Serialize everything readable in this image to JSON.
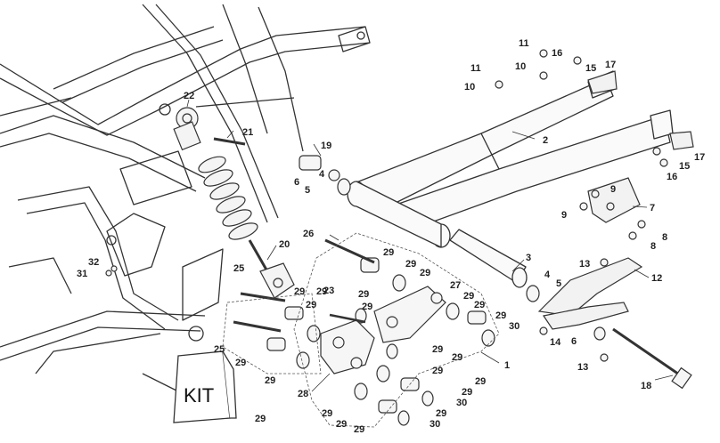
{
  "diagram": {
    "kit_text": "KIT",
    "callouts": [
      {
        "id": "c1",
        "text": "1"
      },
      {
        "id": "c2",
        "text": "2"
      },
      {
        "id": "c3",
        "text": "3"
      },
      {
        "id": "c4a",
        "text": "4"
      },
      {
        "id": "c4b",
        "text": "4"
      },
      {
        "id": "c5a",
        "text": "5"
      },
      {
        "id": "c5b",
        "text": "5"
      },
      {
        "id": "c6a",
        "text": "6"
      },
      {
        "id": "c6b",
        "text": "6"
      },
      {
        "id": "c7",
        "text": "7"
      },
      {
        "id": "c8a",
        "text": "8"
      },
      {
        "id": "c8b",
        "text": "8"
      },
      {
        "id": "c9a",
        "text": "9"
      },
      {
        "id": "c9b",
        "text": "9"
      },
      {
        "id": "c10a",
        "text": "10"
      },
      {
        "id": "c10b",
        "text": "10"
      },
      {
        "id": "c11a",
        "text": "11"
      },
      {
        "id": "c11b",
        "text": "11"
      },
      {
        "id": "c12",
        "text": "12"
      },
      {
        "id": "c13a",
        "text": "13"
      },
      {
        "id": "c13b",
        "text": "13"
      },
      {
        "id": "c14",
        "text": "14"
      },
      {
        "id": "c15a",
        "text": "15"
      },
      {
        "id": "c15b",
        "text": "15"
      },
      {
        "id": "c16a",
        "text": "16"
      },
      {
        "id": "c16b",
        "text": "16"
      },
      {
        "id": "c17a",
        "text": "17"
      },
      {
        "id": "c17b",
        "text": "17"
      },
      {
        "id": "c18",
        "text": "18"
      },
      {
        "id": "c19",
        "text": "19"
      },
      {
        "id": "c20",
        "text": "20"
      },
      {
        "id": "c21",
        "text": "21"
      },
      {
        "id": "c22",
        "text": "22"
      },
      {
        "id": "c23",
        "text": "23"
      },
      {
        "id": "c25a",
        "text": "25"
      },
      {
        "id": "c25b",
        "text": "25"
      },
      {
        "id": "c26",
        "text": "26"
      },
      {
        "id": "c27",
        "text": "27"
      },
      {
        "id": "c28",
        "text": "28"
      },
      {
        "id": "c29a",
        "text": "29"
      },
      {
        "id": "c29b",
        "text": "29"
      },
      {
        "id": "c29c",
        "text": "29"
      },
      {
        "id": "c29d",
        "text": "29"
      },
      {
        "id": "c29e",
        "text": "29"
      },
      {
        "id": "c29f",
        "text": "29"
      },
      {
        "id": "c29g",
        "text": "29"
      },
      {
        "id": "c29h",
        "text": "29"
      },
      {
        "id": "c29i",
        "text": "29"
      },
      {
        "id": "c29j",
        "text": "29"
      },
      {
        "id": "c29k",
        "text": "29"
      },
      {
        "id": "c29l",
        "text": "29"
      },
      {
        "id": "c29m",
        "text": "29"
      },
      {
        "id": "c29n",
        "text": "29"
      },
      {
        "id": "c29o",
        "text": "29"
      },
      {
        "id": "c29p",
        "text": "29"
      },
      {
        "id": "c29q",
        "text": "29"
      },
      {
        "id": "c29r",
        "text": "29"
      },
      {
        "id": "c29s",
        "text": "29"
      },
      {
        "id": "c29t",
        "text": "29"
      },
      {
        "id": "c29u",
        "text": "29"
      },
      {
        "id": "c29v",
        "text": "29"
      },
      {
        "id": "c29w",
        "text": "29"
      },
      {
        "id": "c30a",
        "text": "30"
      },
      {
        "id": "c30b",
        "text": "30"
      },
      {
        "id": "c30c",
        "text": "30"
      },
      {
        "id": "c31",
        "text": "31"
      },
      {
        "id": "c32",
        "text": "32"
      }
    ]
  }
}
